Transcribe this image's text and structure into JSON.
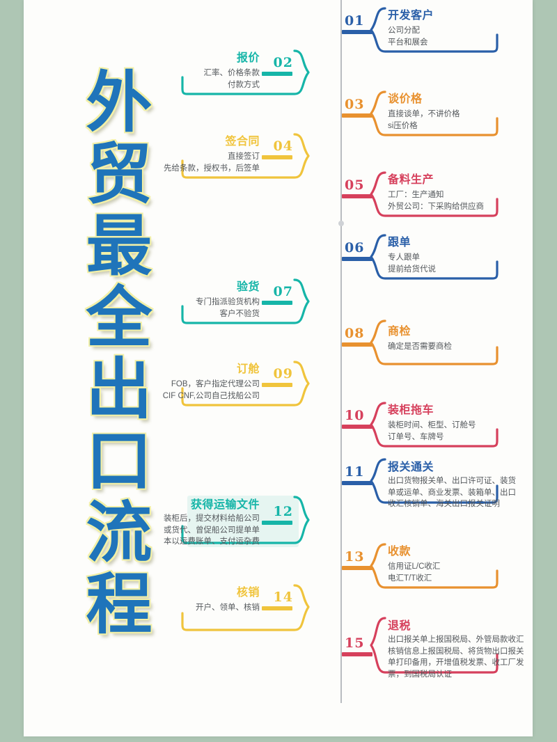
{
  "meta": {
    "background_color": "#aec6b4",
    "card_color": "#fdfdfb"
  },
  "title": {
    "text": "外贸最全出口流程",
    "chars": [
      "外",
      "贸",
      "最",
      "全",
      "出",
      "口",
      "流",
      "程"
    ],
    "fill_color": "#1f74ba",
    "outline_color": "#f2f0a8"
  },
  "timeline": {
    "axis_color": "#b9bcc0",
    "steps": [
      {
        "number": "01",
        "side": "right",
        "color": "#2a5fa8",
        "heading": "开发客户",
        "lines": [
          "公司分配",
          "平台和展会"
        ]
      },
      {
        "number": "02",
        "side": "left",
        "color": "#16b5a8",
        "heading": "报价",
        "lines": [
          "汇率、价格条款",
          "付款方式"
        ]
      },
      {
        "number": "03",
        "side": "right",
        "color": "#e8912f",
        "heading": "谈价格",
        "lines": [
          "直接谈单，不讲价格",
          "si压价格"
        ]
      },
      {
        "number": "04",
        "side": "left",
        "color": "#f0c43c",
        "heading": "签合同",
        "lines": [
          "直接签订",
          "先给条款，授权书，后签单"
        ]
      },
      {
        "number": "05",
        "side": "right",
        "color": "#d6405c",
        "heading": "备料生产",
        "lines": [
          "工厂：生产通知",
          "外贸公司：下采购给供应商"
        ]
      },
      {
        "number": "06",
        "side": "right",
        "color": "#2a5fa8",
        "heading": "跟单",
        "lines": [
          "专人跟单",
          "提前给货代说"
        ]
      },
      {
        "number": "07",
        "side": "left",
        "color": "#16b5a8",
        "heading": "验货",
        "lines": [
          "专门指派验货机构",
          "客户不验货"
        ]
      },
      {
        "number": "08",
        "side": "right",
        "color": "#e8912f",
        "heading": "商检",
        "lines": [
          "确定是否需要商检"
        ]
      },
      {
        "number": "09",
        "side": "left",
        "color": "#f0c43c",
        "heading": "订舱",
        "lines": [
          "FOB，客户指定代理公司",
          "CIF CNF,公司自己找船公司"
        ]
      },
      {
        "number": "10",
        "side": "right",
        "color": "#d6405c",
        "heading": "装柜拖车",
        "lines": [
          "装柜时间、柜型、订舱号",
          "订单号、车牌号"
        ]
      },
      {
        "number": "11",
        "side": "right",
        "color": "#2a5fa8",
        "heading": "报关通关",
        "lines": [
          "出口货物报关单、出口许可证、装货",
          "单或运单、商业发票、装箱单、出口",
          "收汇核销单、海关出口报关证明"
        ]
      },
      {
        "number": "12",
        "side": "left",
        "color": "#16b5a8",
        "heading": "获得运输文件",
        "lines": [
          "装柜后，提交材料给船公司",
          "或货代、曾促船公司提单单",
          "本以运费账单、支付运杂费"
        ]
      },
      {
        "number": "13",
        "side": "right",
        "color": "#e8912f",
        "heading": "收款",
        "lines": [
          "信用证L/C收汇",
          "电汇T/T收汇"
        ]
      },
      {
        "number": "14",
        "side": "left",
        "color": "#f0c43c",
        "heading": "核销",
        "lines": [
          "开户、领单、核销"
        ]
      },
      {
        "number": "15",
        "side": "right",
        "color": "#d6405c",
        "heading": "退税",
        "lines": [
          "出口报关单上报国税局、外管局款收汇",
          "核销信息上报国税局、将货物出口报关",
          "单打印备用，开增值税发票、收工厂发",
          "票，到国税局认证"
        ]
      }
    ]
  }
}
